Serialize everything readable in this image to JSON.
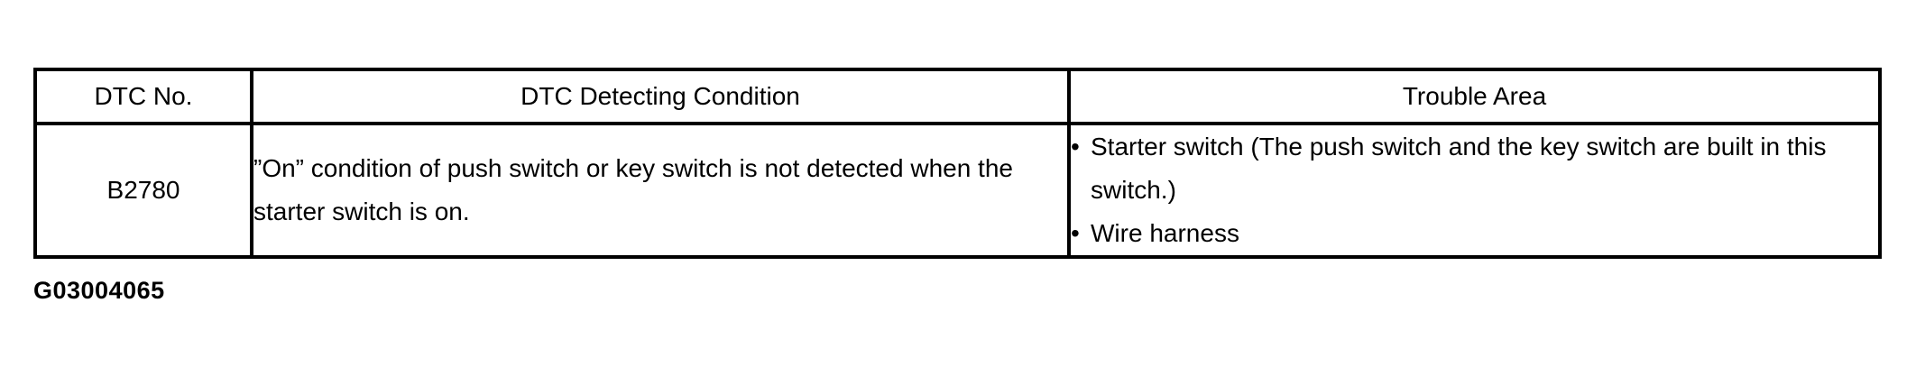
{
  "table": {
    "headers": {
      "dtc_no": "DTC No.",
      "detecting_condition": "DTC Detecting Condition",
      "trouble_area": "Trouble Area"
    },
    "row": {
      "dtc_no": "B2780",
      "detecting_condition": "”On” condition of push switch or key switch is not detected when the starter switch is on.",
      "trouble_areas": [
        "Starter switch (The push switch and the key switch are built in this switch.)",
        "Wire harness"
      ]
    }
  },
  "figure_id": "G03004065",
  "glyphs": {
    "bullet": "•"
  },
  "colors": {
    "border": "#000000",
    "text": "#000000",
    "background": "#ffffff"
  }
}
